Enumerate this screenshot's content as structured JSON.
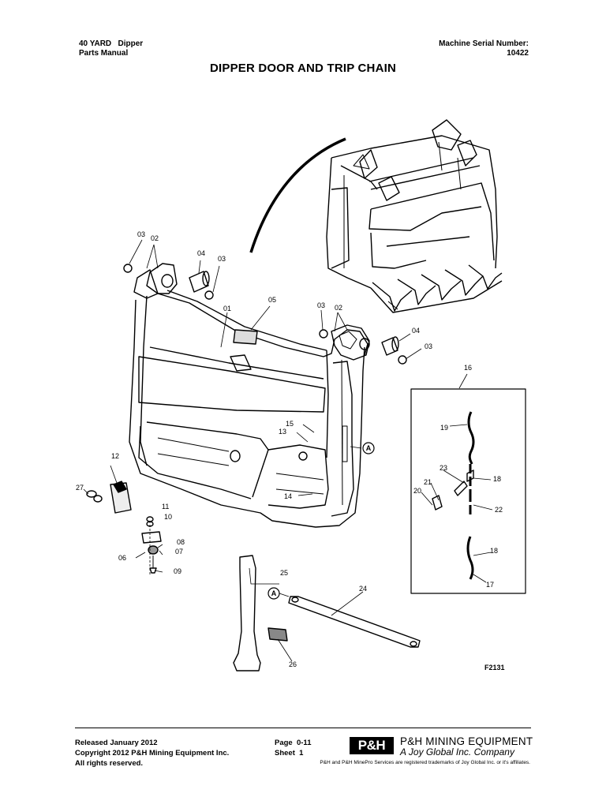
{
  "header": {
    "left_line1": "40 YARD   Dipper",
    "left_line2": "Parts Manual",
    "right_line1": "Machine Serial Number:",
    "right_line2": "10422"
  },
  "title": "DIPPER DOOR AND TRIP CHAIN",
  "figure": {
    "id": "F2131",
    "callout_A": "A",
    "labels": {
      "l01": "01",
      "l02a": "02",
      "l02b": "02",
      "l03a": "03",
      "l03b": "03",
      "l03c": "03",
      "l03d": "03",
      "l04a": "04",
      "l04b": "04",
      "l05": "05",
      "l06": "06",
      "l07": "07",
      "l08": "08",
      "l09": "09",
      "l10": "10",
      "l11": "11",
      "l12": "12",
      "l13": "13",
      "l14": "14",
      "l15": "15",
      "l16": "16",
      "l17": "17",
      "l18a": "18",
      "l18b": "18",
      "l19": "19",
      "l20": "20",
      "l21": "21",
      "l22": "22",
      "l23": "23",
      "l24": "24",
      "l25": "25",
      "l26": "26",
      "l27": "27"
    }
  },
  "footer": {
    "released": "Released January 2012",
    "copyright": "Copyright 2012 P&H Mining Equipment Inc.",
    "rights": "All rights reserved.",
    "page": "Page  0-11",
    "sheet": "Sheet  1",
    "brand_logo": "P&H",
    "brand_name": "P&H MINING EQUIPMENT",
    "brand_sub": "A Joy Global Inc. Company",
    "trademark": "P&H and P&H MinePro Services are registered trademarks of Joy Global Inc. or it's affiliates."
  }
}
